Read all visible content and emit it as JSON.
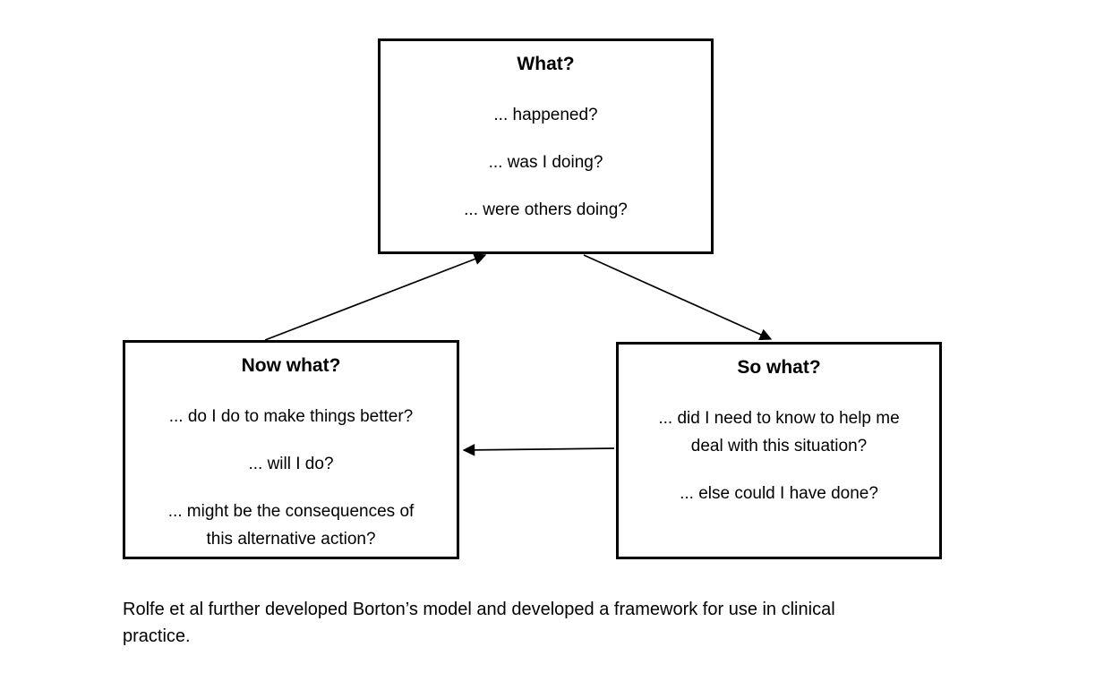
{
  "diagram": {
    "title_hidden": "Rolfe et al reflective model (developed from Borton)",
    "boxes": {
      "what": {
        "title": "What?",
        "items": [
          "... happened?",
          "... was I doing?",
          "... were others doing?"
        ]
      },
      "now_what": {
        "title": "Now what?",
        "items": [
          "... do I do to make things better?",
          "... will I do?",
          "... might be the consequences of this alternative action?"
        ]
      },
      "so_what": {
        "title": "So what?",
        "items": [
          "... did I need to know to help me deal with this situation?",
          "... else could I have done?"
        ]
      }
    },
    "arrows": [
      {
        "name": "now-what-to-what",
        "from": "now_what",
        "to": "what"
      },
      {
        "name": "what-to-so-what",
        "from": "what",
        "to": "so_what"
      },
      {
        "name": "so-what-to-now-what",
        "from": "so_what",
        "to": "now_what"
      }
    ],
    "caption": "Rolfe et al further developed Borton’s model and developed a framework for use in clinical practice."
  },
  "colors": {
    "background": "#ffffff",
    "line": "#000000",
    "text": "#000000"
  }
}
